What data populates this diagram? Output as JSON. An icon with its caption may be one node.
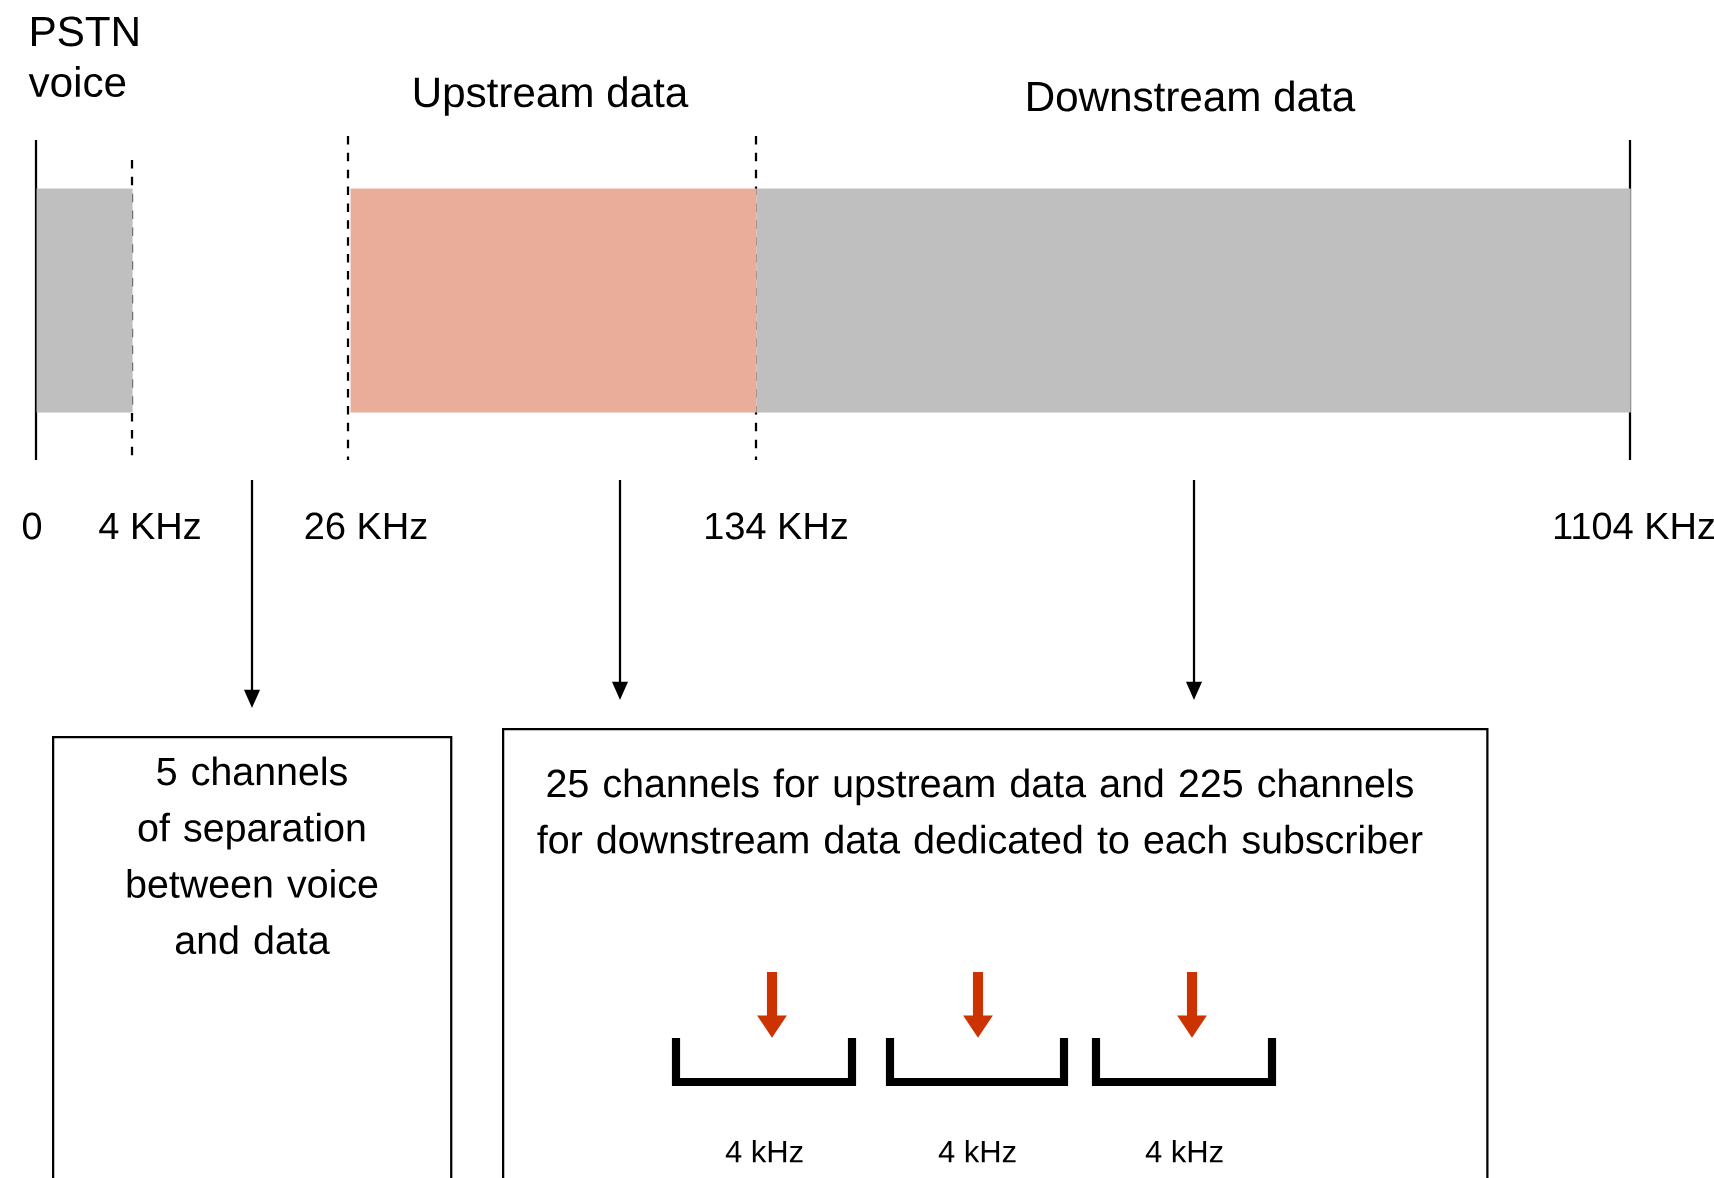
{
  "diagram": {
    "nodes": [
      {
        "text": [
          "PSTN voice"
        ]
      },
      {
        "text": [
          "Upstream data"
        ]
      },
      {
        "text": [
          "Downstream data"
        ]
      },
      {
        "text": [
          "5 channels of separation between voice and data"
        ]
      },
      {
        "text": [
          "25 channels for upstream data and 225 channels for downstream data dedicated to each subscriber"
        ]
      },
      {
        "text": [],
        "shape": "bar",
        "in": 4,
        "beside": [
          "4 kHz"
        ]
      },
      {
        "text": [],
        "shape": "bar",
        "in": 4,
        "beside": [
          "4 kHz"
        ]
      },
      {
        "text": [],
        "shape": "bar",
        "in": 4,
        "beside": [
          "4 kHz"
        ]
      }
    ],
    "edges": [
      {
        "from": null,
        "to": 3,
        "arrow": "to"
      },
      {
        "from": null,
        "to": 4,
        "arrow": "to"
      },
      {
        "from": null,
        "to": 4,
        "arrow": "to"
      },
      {
        "from": null,
        "to": 5,
        "arrow": "to",
        "style": "thick",
        "color": "#cc3300"
      },
      {
        "from": null,
        "to": 6,
        "arrow": "to",
        "style": "thick",
        "color": "#cc3300"
      },
      {
        "from": null,
        "to": 7,
        "arrow": "to",
        "style": "thick",
        "color": "#cc3300"
      }
    ],
    "labels": [
      "0",
      "4 KHz",
      "26 KHz",
      "134 KHz",
      "1104 KHz"
    ]
  }
}
